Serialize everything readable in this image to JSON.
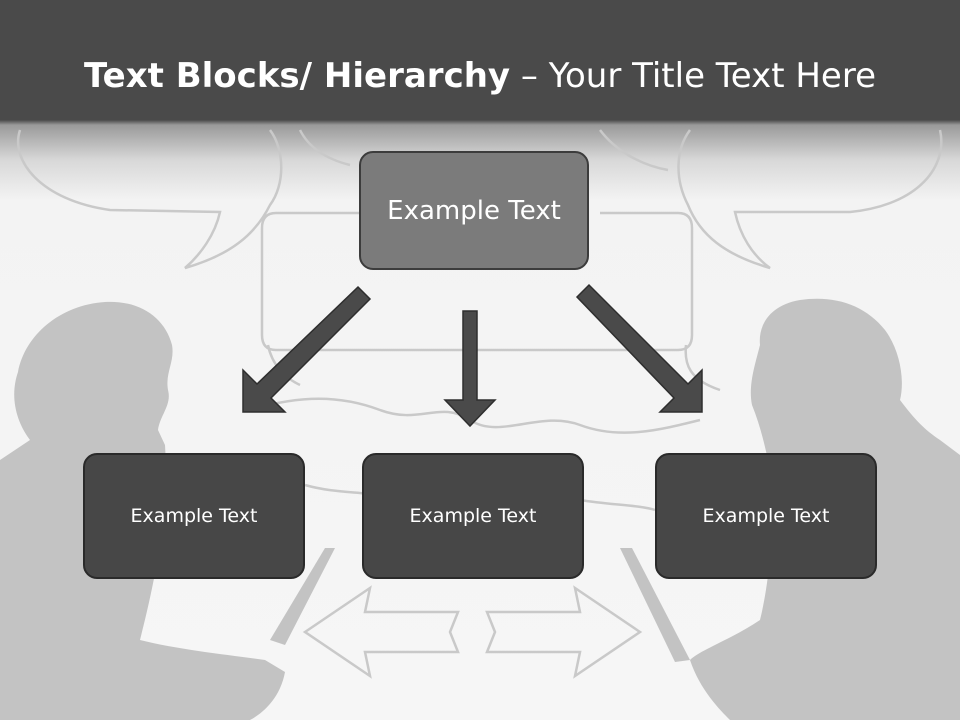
{
  "slide": {
    "title_bold": "Text Blocks/ Hierarchy",
    "title_dash": " – ",
    "title_rest": "Your Title Text Here"
  },
  "hierarchy": {
    "top": {
      "label": "Example Text"
    },
    "children": [
      {
        "label": "Example Text"
      },
      {
        "label": "Example Text"
      },
      {
        "label": "Example Text"
      }
    ]
  },
  "colors": {
    "title_bar": "#4a4a4a",
    "top_box": "#7b7b7b",
    "child_box": "#474747",
    "arrow": "#4a4a4a",
    "silhouette": "#c2c2c2"
  },
  "icons": [
    "speech-bubble-icon",
    "person-silhouette-icon",
    "laptop-icon",
    "exchange-arrows-icon"
  ]
}
